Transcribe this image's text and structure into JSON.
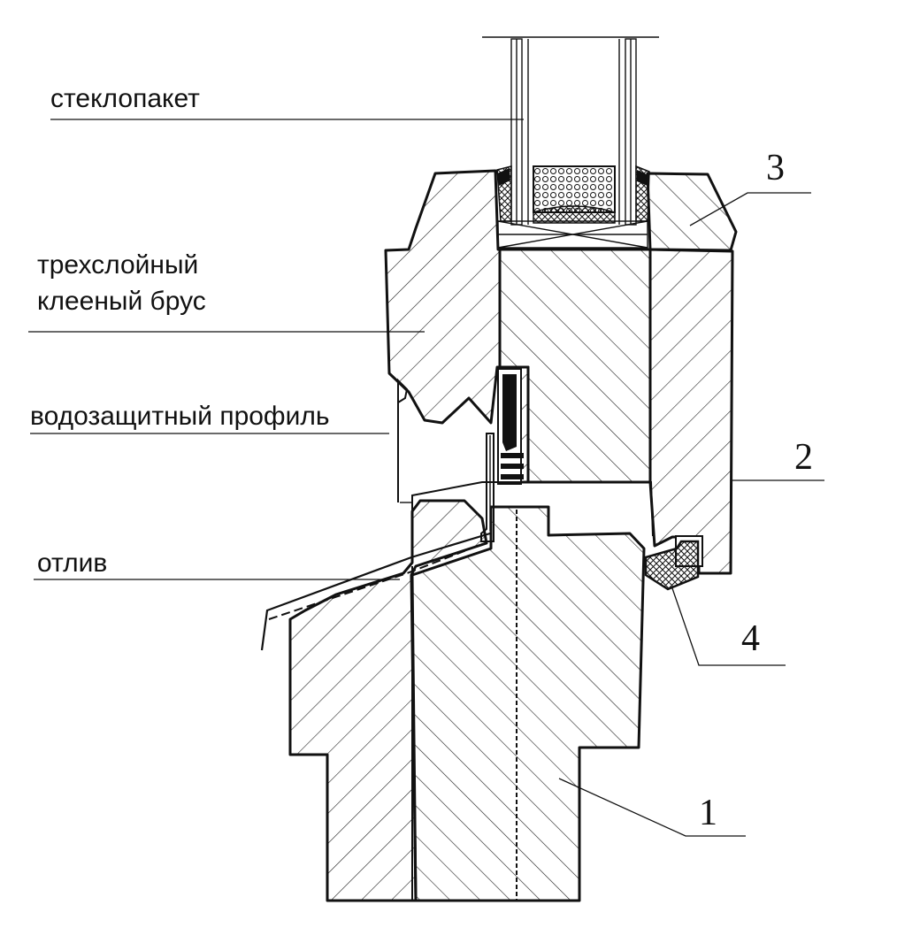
{
  "diagram": {
    "labels": {
      "glass_unit": "стеклопакет",
      "beam_line1": "трехслойный",
      "beam_line2": "клееный брус",
      "water_profile": "водозащитный профиль",
      "drip": "отлив"
    },
    "callouts": {
      "n1": "1",
      "n2": "2",
      "n3": "3",
      "n4": "4"
    }
  }
}
